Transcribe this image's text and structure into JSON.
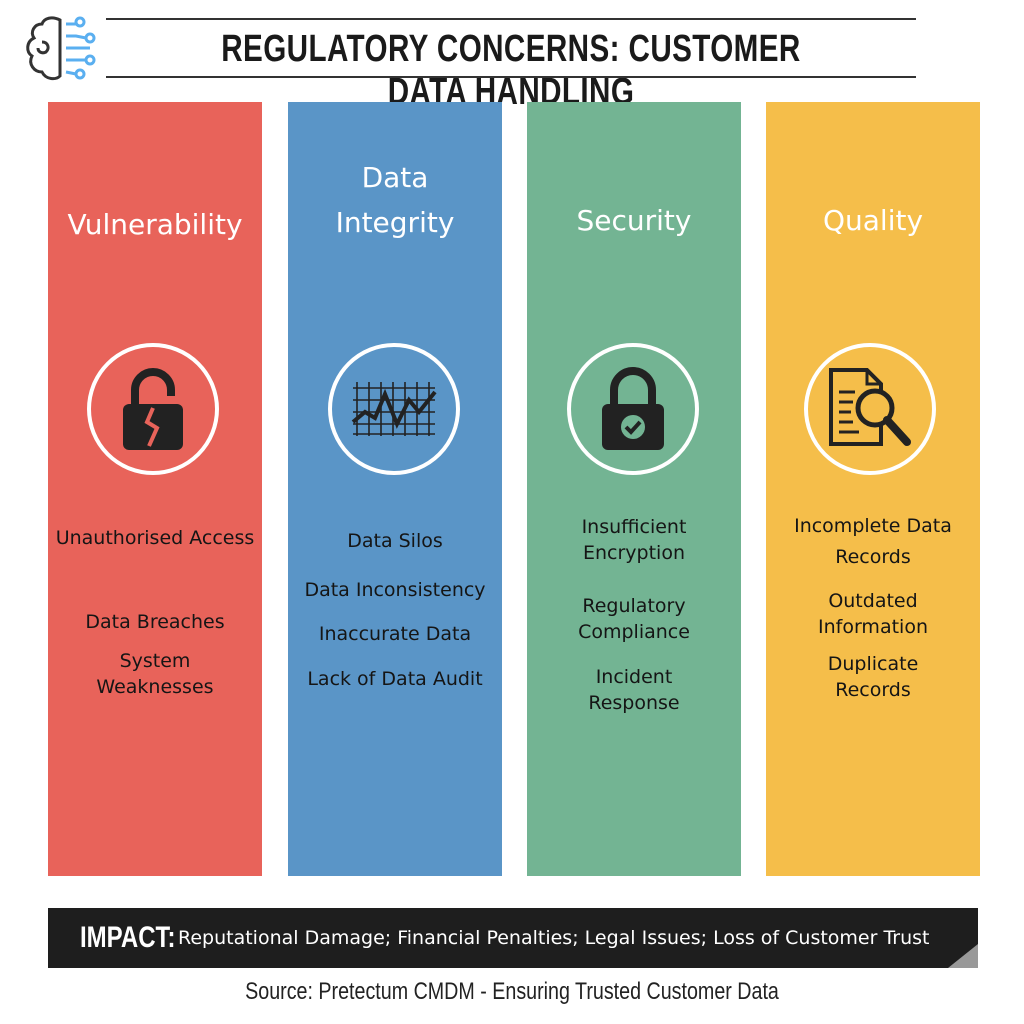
{
  "header": {
    "title": "REGULATORY CONCERNS: CUSTOMER DATA HANDLING",
    "logo_icon": "brain-circuit-icon"
  },
  "columns": [
    {
      "title_lines": [
        "Vulnerability"
      ],
      "color": "#E8635A",
      "icon": "broken-padlock-icon",
      "items": [
        "Unauthorised Access",
        "Data Breaches",
        "System Weaknesses"
      ]
    },
    {
      "title_lines": [
        "Data",
        "Integrity"
      ],
      "color": "#5A95C7",
      "icon": "line-graph-grid-icon",
      "items": [
        "Data Silos",
        "Data Inconsistency",
        "Inaccurate Data",
        "Lack of Data Audit"
      ]
    },
    {
      "title_lines": [
        "Security"
      ],
      "color": "#73B493",
      "icon": "padlock-check-icon",
      "items": [
        "Insufficient Encryption",
        "Regulatory Compliance",
        "Incident Response"
      ]
    },
    {
      "title_lines": [
        "Quality"
      ],
      "color": "#F5BE4A",
      "icon": "document-magnifier-icon",
      "items": [
        "Incomplete Data Records",
        "Outdated Information",
        "Duplicate Records"
      ]
    }
  ],
  "impact": {
    "label": "IMPACT:",
    "text": "Reputational Damage; Financial Penalties; Legal Issues; Loss of Customer Trust"
  },
  "source": "Source: Pretectum CMDM - Ensuring Trusted Customer Data"
}
